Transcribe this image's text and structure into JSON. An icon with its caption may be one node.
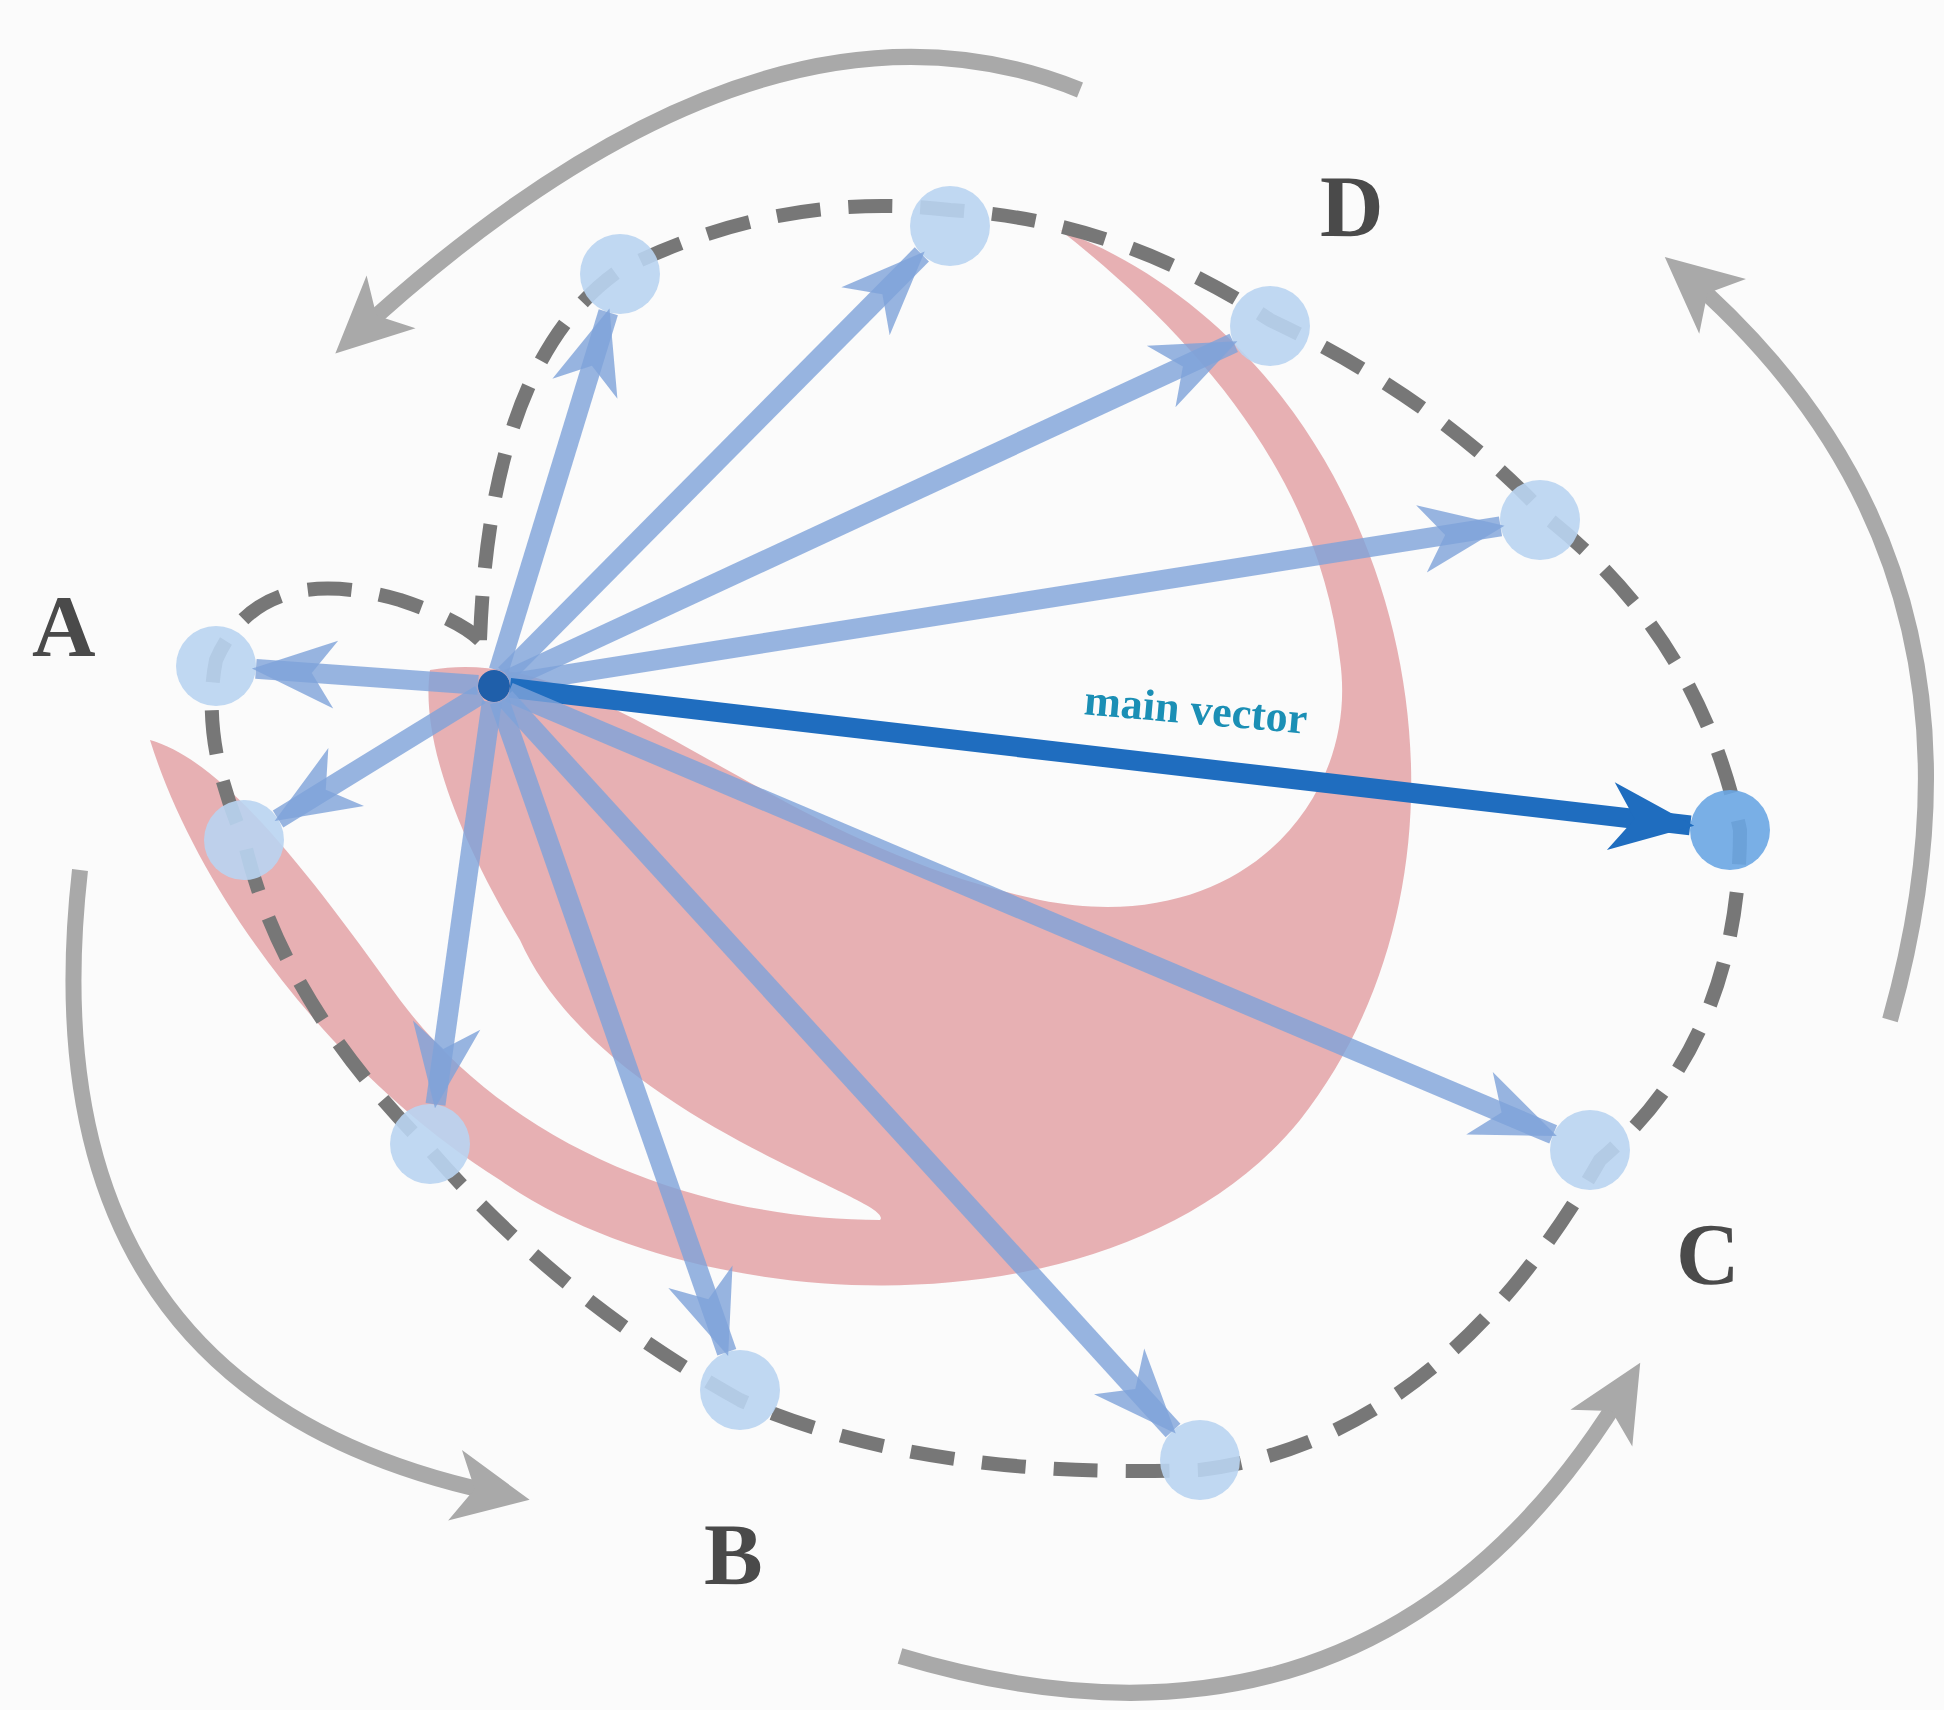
{
  "diagram": {
    "nodes": [
      {
        "text": [],
        "shape": "circle"
      },
      {
        "text": [],
        "shape": "circle"
      },
      {
        "text": [],
        "shape": "circle"
      },
      {
        "text": [],
        "shape": "circle"
      },
      {
        "text": [],
        "shape": "circle"
      },
      {
        "text": [],
        "shape": "circle"
      },
      {
        "text": [],
        "shape": "circle"
      },
      {
        "text": [],
        "shape": "circle"
      },
      {
        "text": [],
        "shape": "circle"
      },
      {
        "text": [],
        "shape": "circle"
      },
      {
        "text": [],
        "shape": "circle"
      },
      {
        "text": [],
        "shape": "circle"
      }
    ],
    "edges": [
      {
        "from": 0,
        "to": 1,
        "arrow": "to"
      },
      {
        "from": 0,
        "to": 2,
        "arrow": "to"
      },
      {
        "from": 0,
        "to": 3,
        "arrow": "to"
      },
      {
        "from": 0,
        "to": 4,
        "arrow": "to"
      },
      {
        "from": 0,
        "to": 5,
        "arrow": "to",
        "label": "main vector",
        "color": "#1f6dbf"
      },
      {
        "from": 0,
        "to": 6,
        "arrow": "to"
      },
      {
        "from": 0,
        "to": 7,
        "arrow": "to"
      },
      {
        "from": 0,
        "to": 8,
        "arrow": "to"
      },
      {
        "from": 0,
        "to": 9,
        "arrow": "to"
      },
      {
        "from": 0,
        "to": 10,
        "arrow": "to"
      },
      {
        "from": 0,
        "to": 11,
        "arrow": "to"
      }
    ],
    "labels": [
      "D",
      "A",
      "C",
      "B"
    ]
  }
}
